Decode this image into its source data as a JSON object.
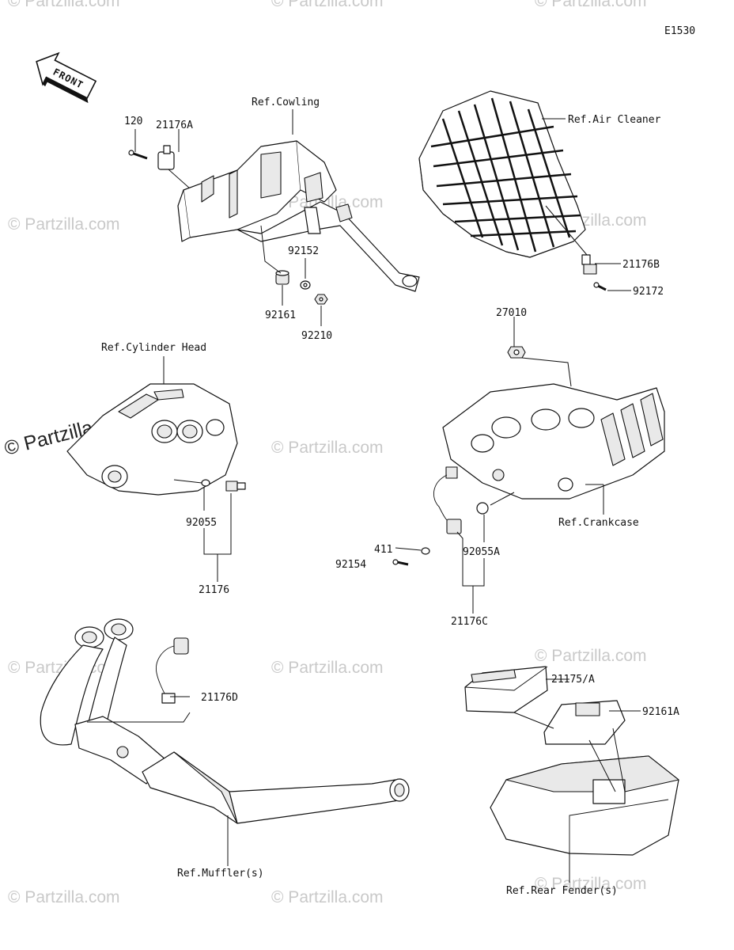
{
  "diagram_code": "E1530",
  "front_arrow": "FRONT",
  "watermark": "© Partzilla.com",
  "labels": {
    "p120": "120",
    "p21176A": "21176A",
    "ref_cowling": "Ref.Cowling",
    "ref_air_cleaner": "Ref.Air Cleaner",
    "p92152": "92152",
    "p92161": "92161",
    "p92210": "92210",
    "p21176B": "21176B",
    "p92172": "92172",
    "p27010": "27010",
    "ref_cylinder_head": "Ref.Cylinder Head",
    "p92055": "92055",
    "p21176": "21176",
    "ref_crankcase": "Ref.Crankcase",
    "p411": "411",
    "p92154": "92154",
    "p92055A": "92055A",
    "p21176C": "21176C",
    "p21176D": "21176D",
    "p21175A": "21175/A",
    "p92161A": "92161A",
    "ref_mufflers": "Ref.Muffler(s)",
    "ref_rear_fender": "Ref.Rear Fender(s)"
  }
}
